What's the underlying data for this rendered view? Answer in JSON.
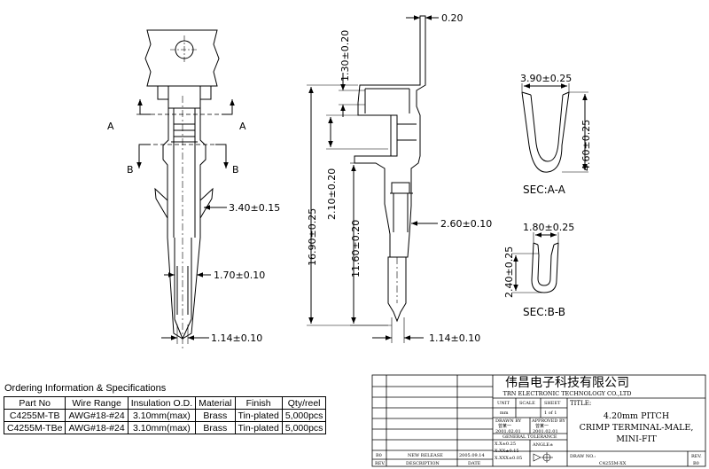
{
  "dimensions": {
    "top_thickness": "0.20",
    "width_1_30": "1.30±0.20",
    "width_3_40": "3.40±0.15",
    "width_1_70": "1.70±0.10",
    "width_1_14_front": "1.14±0.10",
    "height_16_90": "16.90±0.25",
    "height_2_10": "2.10±0.20",
    "height_11_60": "11.60±0.20",
    "width_2_60": "2.60±0.10",
    "width_1_14_side": "1.14±0.10",
    "sec_a_width": "3.90±0.25",
    "sec_a_height": "4.60±0.25",
    "sec_b_width": "1.80±0.25",
    "sec_b_height": "2.40±0.25"
  },
  "section_markers": {
    "a": "A",
    "b": "B"
  },
  "section_labels": {
    "a": "SEC:A-A",
    "b": "SEC:B-B"
  },
  "ordering": {
    "title": "Ordering Information & Specifications",
    "headers": [
      "Part No",
      "Wire Range",
      "Insulation O.D.",
      "Material",
      "Finish",
      "Qty/reel"
    ],
    "rows": [
      [
        "C4255M-TB",
        "AWG#18-#24",
        "3.10mm(max)",
        "Brass",
        "Tin-plated",
        "5,000pcs"
      ],
      [
        "C4255M-TBe",
        "AWG#18-#24",
        "3.10mm(max)",
        "Brass",
        "Tin-plated",
        "5,000pcs"
      ]
    ]
  },
  "title_block": {
    "company_cn": "伟昌电子科技有限公司",
    "company_en": "TRN ELECTRONIC TECHNOLOGY CO.,LTD",
    "title_label": "TITLE:",
    "title_lines": [
      "4.20mm PITCH",
      "CRIMP TERMINAL-MALE,",
      "MINI-FIT"
    ],
    "unit_label": "UNIT",
    "unit_value": "mm",
    "scale_label": "SCALE",
    "sheet_label": "SHEET",
    "sheet_value": "1 of 1",
    "drawn_by": "DRAWN BY",
    "drawn_name": "曾某一",
    "drawn_date": "2001.02.01",
    "approved_by": "APPROVED BY",
    "approved_name": "曾某一",
    "approved_date": "2001.02.01",
    "general_tolerance": "GENERAL TOLERANCE",
    "tol_1": "X.X±0.25",
    "tol_2": "X.XX±0.15",
    "tol_3": "X.XXX±0.05",
    "angle_label": "ANGLE±",
    "draw_no_label": "DRAW NO.:",
    "draw_no": "C4255M-XX",
    "rev_label": "REV.",
    "rev_value": "B0",
    "rev_row_rev": "B0",
    "rev_row_desc": "NEW RELEASE",
    "rev_row_date": "2005.09.14",
    "hdr_rev": "REV.",
    "hdr_desc": "DESCRIPTION",
    "hdr_date": "DATE"
  }
}
